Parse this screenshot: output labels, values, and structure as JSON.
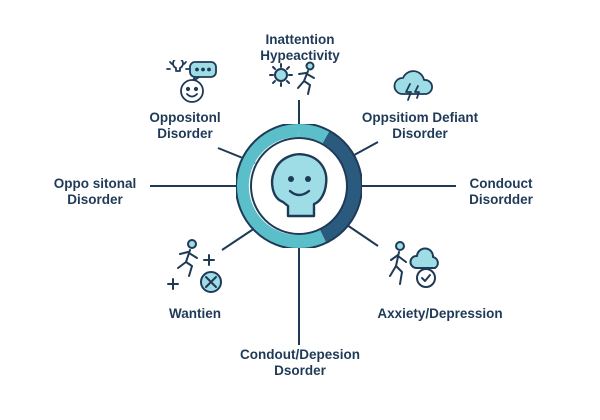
{
  "diagram": {
    "nodes": [
      {
        "id": "top",
        "lines": [
          "Inattention",
          "Hypeactivity"
        ],
        "icon": "gear-running-person-icon"
      },
      {
        "id": "top-left",
        "lines": [
          "Oppositonl",
          "Disorder"
        ],
        "icon": "lightbulb-speech-smiley-icon"
      },
      {
        "id": "top-right",
        "lines": [
          "Oppsitiom Defiant",
          "Disorder"
        ],
        "icon": "storm-cloud-lightning-icon"
      },
      {
        "id": "left",
        "lines": [
          "Oppo sitonal",
          "Disorder"
        ],
        "icon": ""
      },
      {
        "id": "right",
        "lines": [
          "Condouct",
          "Disordder"
        ],
        "icon": ""
      },
      {
        "id": "bottom-left",
        "lines": [
          "Wantien"
        ],
        "icon": "running-person-plus-icon"
      },
      {
        "id": "bottom-right",
        "lines": [
          "Axxiety/Depression"
        ],
        "icon": "walking-person-cloud-check-icon"
      },
      {
        "id": "bottom",
        "lines": [
          "Condout/Depesion",
          "Dsorder"
        ],
        "icon": ""
      }
    ],
    "colors": {
      "text": "#1f3a57",
      "line": "#1f3a57",
      "ring_light": "#5bbfc9",
      "ring_dark": "#2a5a7e",
      "face_fill": "#9edde6",
      "accent": "#4fb3c4"
    }
  }
}
